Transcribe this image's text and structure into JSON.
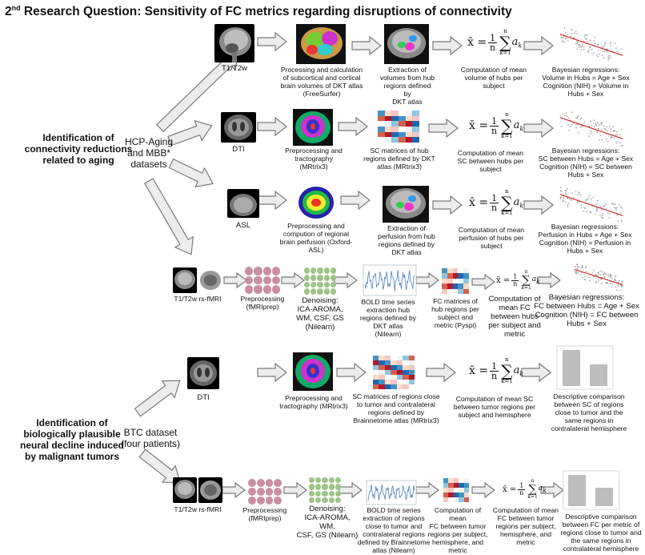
{
  "title": {
    "prefix": "2",
    "suffix": "nd",
    "rest": " Research Question: Sensitivity of FC metrics regarding disruptions of connectivity"
  },
  "aging_label": [
    "Identification of",
    "connectivity reductions",
    "related to aging"
  ],
  "tumor_label": [
    "Identification of",
    "biologically plausible",
    "neural decline induced",
    "by malignant tumors"
  ],
  "hcp_dataset": [
    "HCP-Aging",
    "and MBB*",
    "datasets"
  ],
  "btc_dataset": [
    "BTC dataset",
    "(four patients)"
  ],
  "formula": {
    "lhs": "x̄ =",
    "num": "1",
    "den": "n",
    "sum": "∑",
    "top": "n",
    "bottom": "k=1",
    "term": "a",
    "sub": "k"
  },
  "rows": {
    "t1": {
      "img": "T1/T2w",
      "step1": [
        "Processing and calculation",
        "of subcortical and cortical",
        "brain volumes of DKT atlas",
        "(FreeSurfer)"
      ],
      "step2": [
        "Extraction of",
        "volumes from hub",
        "regions defined by",
        "DKT atlas"
      ],
      "mean": [
        "Computation of mean",
        "volume of hubs per",
        "subject"
      ],
      "bayes": [
        "Bayesian regressions:",
        "Volume in Hubs = Age + Sex",
        "Cognition (NIH) = Volume in",
        "Hubs + Sex"
      ]
    },
    "dti": {
      "img": "DTI",
      "step1": [
        "Preprocessing and",
        "tractography",
        "(MRtrix3)"
      ],
      "step2": [
        "SC matrices of hub",
        "regions defined by DKT",
        "atlas (MRtrix3)"
      ],
      "mean": [
        "Computation of mean",
        "SC between hubs per",
        "subject"
      ],
      "bayes": [
        "Bayesian regressions:",
        "SC between Hubs = Age + Sex",
        "Cognition (NIH) = SC between",
        "Hubs + Sex"
      ]
    },
    "asl": {
      "img": "ASL",
      "step1": [
        "Preprocessing and",
        "compution of regional",
        "brain perfusion (Oxford-",
        "ASL)"
      ],
      "step2": [
        "Extraction of",
        "perfusion from hub",
        "regions defined by",
        "DKT atlas"
      ],
      "mean": [
        "Computation of mean",
        "perfusion of hubs per",
        "subject"
      ],
      "bayes": [
        "Bayesian regressions:",
        "Perfusion in Hubs = Age + Sex",
        "Cognition (NIH) = Perfusion in",
        "Hubs + Sex"
      ]
    },
    "fmri": {
      "img": "T1/T2w rs-fMRI",
      "prep": [
        "Preprocessing",
        "(fMRIprep)"
      ],
      "denoise": [
        "Denoising:",
        "ICA-AROMA,",
        "WM, CSF, GS",
        "(Nilearn)"
      ],
      "bold": [
        "BOLD time series",
        "extraction hub",
        "regions defined by",
        "DKT atlas",
        "(Nilearn)"
      ],
      "fc": [
        "FC matrices of",
        "hub regions per",
        "subject and",
        "metric (Pyspi)"
      ],
      "mean": [
        "Computation of",
        "mean FC",
        "between hubs",
        "per subject and",
        "metric"
      ],
      "bayes": [
        "Bayesian regressions:",
        "FC between Hubs = Age + Sex",
        "Cognition (NIH) = FC between",
        "Hubs + Sex"
      ]
    },
    "btc_dti": {
      "img": "DTI",
      "step1": [
        "Preprocessing and",
        "tractography (MRtrix3)"
      ],
      "step2": [
        "SC matrices of regions close",
        "to tumor and contralateral",
        "regions defined by",
        "Brainnetome atlas (MRtrix3)"
      ],
      "mean": [
        "Computation of mean SC",
        "between tumor regions per",
        "subject and hemisphere"
      ],
      "desc": [
        "Descriptive comparison",
        "between SC of regions",
        "close to tumor and the",
        "same regions in",
        "contralateral hemisphere"
      ]
    },
    "btc_fmri": {
      "img": "T1/T2w  rs-fMRI",
      "prep": [
        "Preprocessing",
        "(fMRIprep)"
      ],
      "denoise": [
        "Denoising:",
        "ICA-AROMA, WM,",
        "CSF, GS (Nilearn)"
      ],
      "bold": [
        "BOLD time series",
        "extraction of regions",
        "close to tumor and",
        "contralateral regions",
        "defined by Brainnetome",
        "atlas (Nilearn)"
      ],
      "fc": [
        "Computation of mean",
        "FC between tumor",
        "regions per subject,",
        "hemisphere, and",
        "metric"
      ],
      "mean": [
        "Computation of mean",
        "FC between tumor",
        "regions per subject,",
        "hemisphere, and",
        "metric"
      ],
      "desc": [
        "Descriptive comparison",
        "between FC per metric of",
        "regions close to tumor and",
        "the same regions in",
        "contralateral hemisphere"
      ]
    }
  },
  "colors": {
    "arrow_fill": "#ececec",
    "arrow_stroke": "#7a7a7a",
    "scatter": "#9a9a9a",
    "reg_line": "#d62728",
    "bar": "#bdbdbd"
  }
}
